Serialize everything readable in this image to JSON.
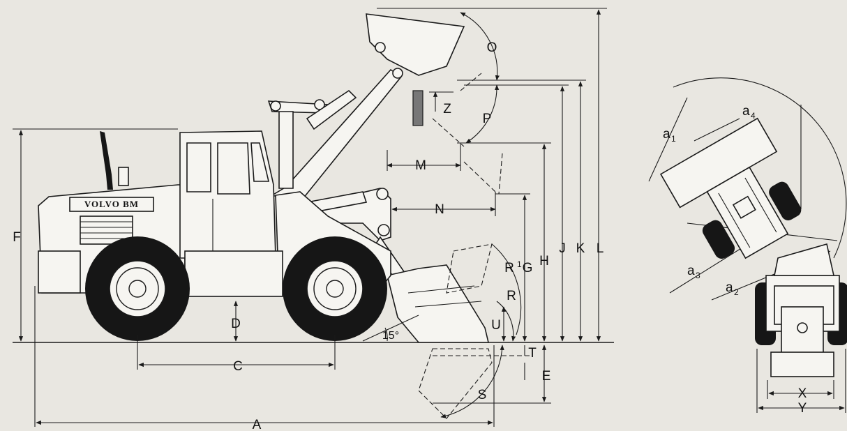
{
  "diagram": {
    "brand": "VOLVO BM",
    "angle_label": "15°",
    "dimension_labels": {
      "A": "A",
      "C": "C",
      "D": "D",
      "E": "E",
      "F": "F",
      "G": "G",
      "H": "H",
      "J": "J",
      "K": "K",
      "L": "L",
      "M": "M",
      "N": "N",
      "O": "O",
      "P": "P",
      "R": "R",
      "R1": "R",
      "S": "S",
      "T": "T",
      "U": "U",
      "X": "X",
      "Y": "Y",
      "Z": "Z"
    },
    "angle_labels": {
      "a1": "a",
      "a2": "a",
      "a3": "a",
      "a4": "a"
    },
    "subscripts": {
      "R1": "1",
      "a1": "1",
      "a2": "2",
      "a3": "3",
      "a4": "4"
    }
  }
}
